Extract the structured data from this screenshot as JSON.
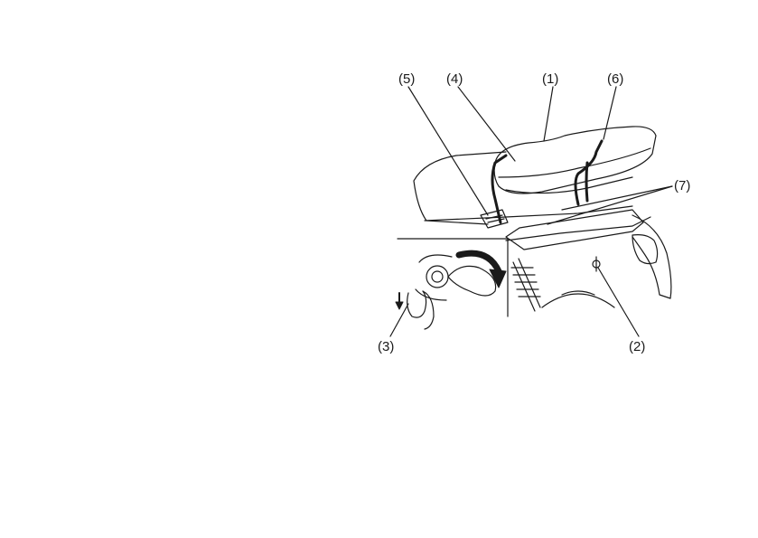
{
  "diagram": {
    "callouts": {
      "c1": "(1)",
      "c2": "(2)",
      "c3": "(3)",
      "c4": "(4)",
      "c5": "(5)",
      "c6": "(6)",
      "c7": "(7)"
    }
  },
  "colors": {
    "ink": "#1a1a1a",
    "background": "#ffffff"
  }
}
